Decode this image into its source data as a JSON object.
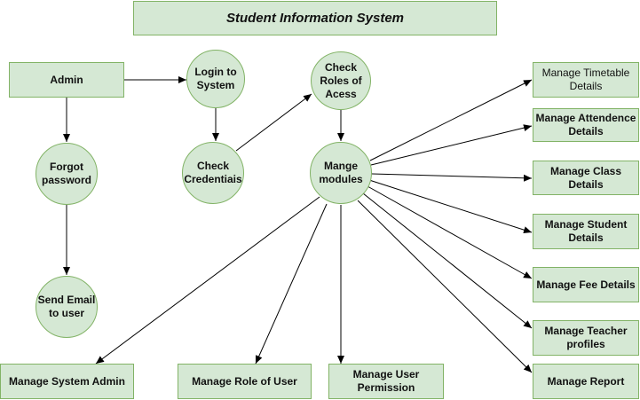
{
  "title": "Student Information System",
  "nodes": {
    "admin": "Admin",
    "login": "Login to System",
    "check_roles": "Check Roles of Acess",
    "forgot": "Forgot password",
    "check_credentials": "Check Credentiais",
    "manage_modules": "Mange modules",
    "send_email": "Send Email to user",
    "manage_timetable": "Manage Timetable Details",
    "manage_attendence": "Manage Attendence Details",
    "manage_class": "Manage Class Details",
    "manage_student": "Manage Student Details",
    "manage_fee": "Manage Fee Details",
    "manage_teacher": "Manage Teacher profiles",
    "manage_report": "Manage Report",
    "manage_system_admin": "Manage System Admin",
    "manage_role": "Manage Role of User",
    "manage_permission": "Manage User Permission"
  },
  "colors": {
    "fill": "#d5e8d4",
    "stroke": "#82b366",
    "line": "#000000"
  }
}
